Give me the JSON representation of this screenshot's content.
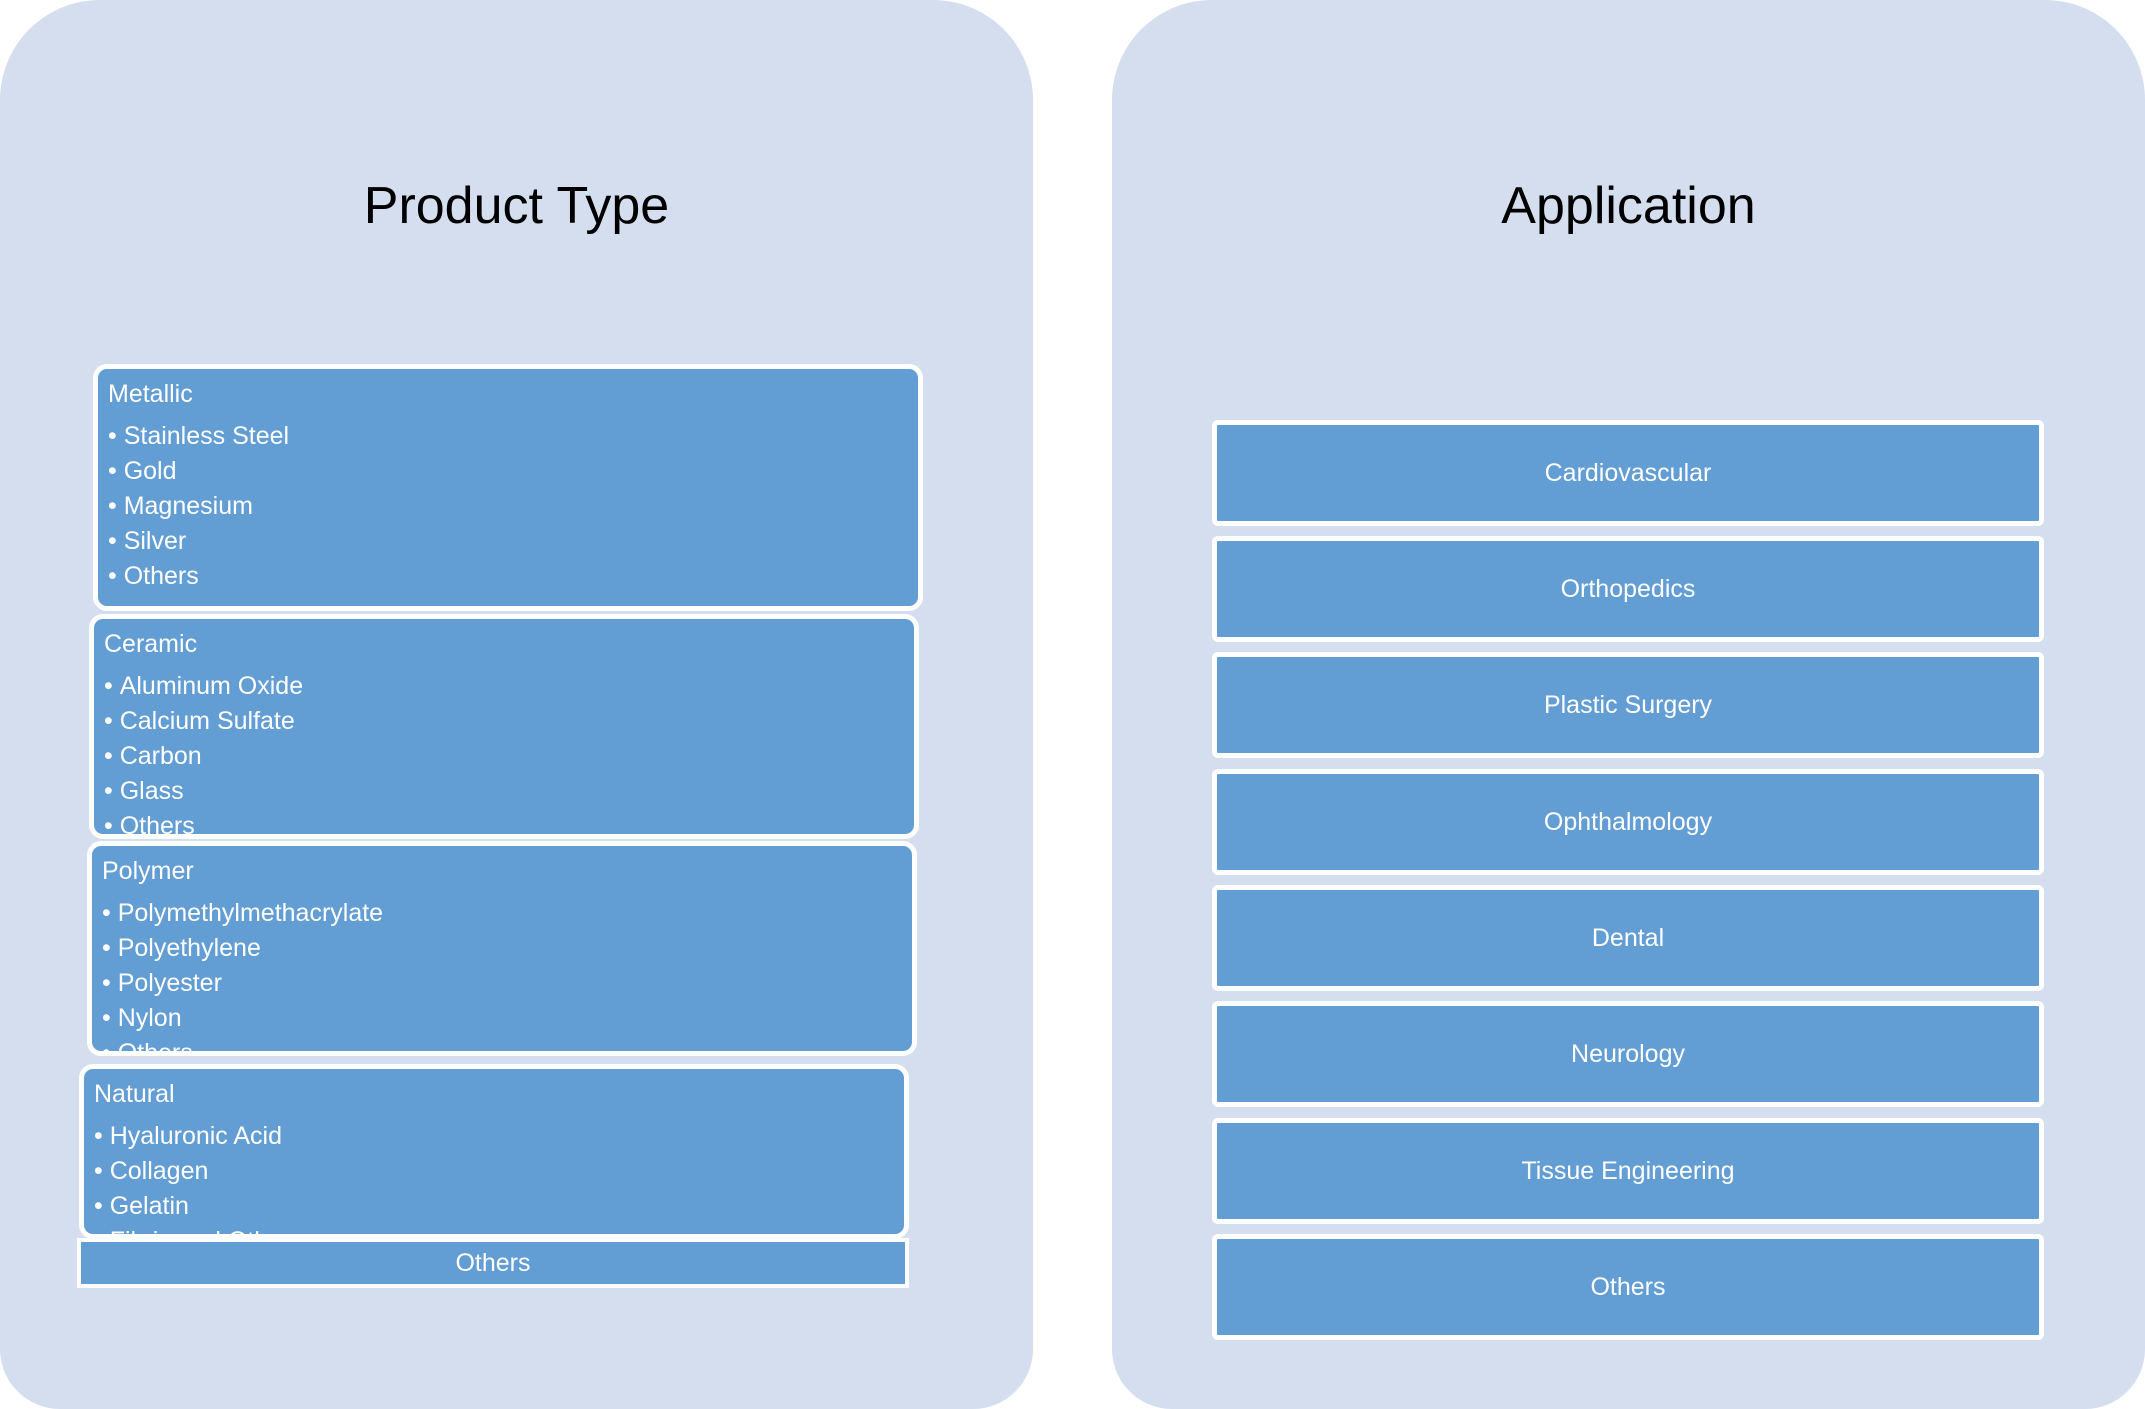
{
  "product_type": {
    "title": "Product Type",
    "groups": [
      {
        "title": "Metallic",
        "items": [
          "Stainless Steel",
          "Gold",
          "Magnesium",
          "Silver",
          "Others"
        ]
      },
      {
        "title": "Ceramic",
        "items": [
          "Aluminum Oxide",
          "Calcium Sulfate",
          "Carbon",
          "Glass",
          "Others"
        ]
      },
      {
        "title": "Polymer",
        "items": [
          "Polymethylmethacrylate",
          "Polyethylene",
          "Polyester",
          "Nylon",
          "Others"
        ]
      },
      {
        "title": "Natural",
        "items": [
          "Hyaluronic Acid",
          "Collagen",
          "Gelatin",
          "Fibrin and Others"
        ]
      }
    ],
    "others_label": "Others"
  },
  "application": {
    "title": "Application",
    "items": [
      "Cardiovascular",
      "Orthopedics",
      "Plastic Surgery",
      "Ophthalmology",
      "Dental",
      "Neurology",
      "Tissue Engineering",
      "Others"
    ]
  },
  "colors": {
    "panel_bg": "#d4deee",
    "box_fill": "#629dd3",
    "box_border": "#ffffff",
    "title_text": "#000000",
    "box_text": "#ffffff"
  }
}
